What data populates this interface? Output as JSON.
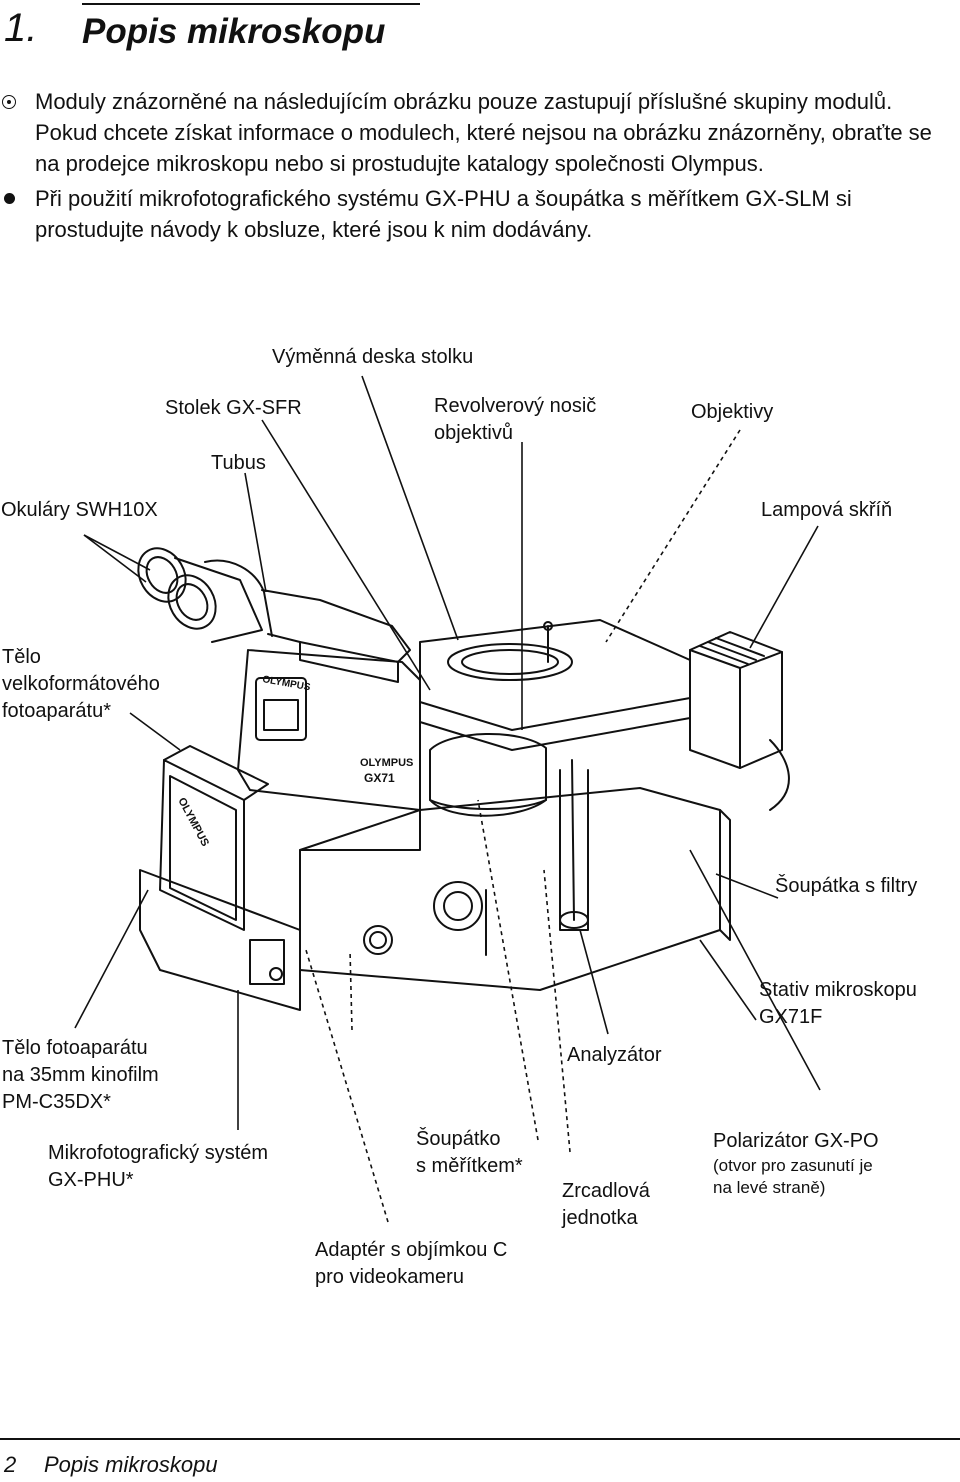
{
  "heading": {
    "number": "1.",
    "title": "Popis mikroskopu"
  },
  "bullets": [
    {
      "icon": "circle-dot-icon",
      "text": "Moduly znázorněné na následujícím obrázku pouze zastupují příslušné skupiny modulů. Pokud chcete získat informace o modulech, které nejsou na obrázku znázorněny, obraťte se na prodejce mikroskopu nebo si prostudujte katalogy společnosti Olympus."
    },
    {
      "icon": "bullet-dot-icon",
      "text": "Při použití mikrofotografického systému GX-PHU a šoupátka s měřítkem GX-SLM si prostudujte návody k obsluze, které jsou k nim dodávány."
    }
  ],
  "figure": {
    "brand": "OLYMPUS",
    "model": "GX71",
    "labels": {
      "stage_plate": "Výměnná deska stolku",
      "stage": "Stolek GX-SFR",
      "nosepiece_1": "Revolverový nosič",
      "nosepiece_2": "objektivů",
      "objectives": "Objektivy",
      "tube": "Tubus",
      "eyepieces": "Okuláry SWH10X",
      "lamp_housing": "Lampová skříň",
      "large_camera_1": "Tělo",
      "large_camera_2": "velkoformátového",
      "large_camera_3": "fotoaparátu*",
      "filter_sliders": "Šoupátka s filtry",
      "frame_1": "Stativ mikroskopu",
      "frame_2": "GX71F",
      "camera35_1": "Tělo fotoaparátu",
      "camera35_2": "na 35mm kinofilm",
      "camera35_3": "PM-C35DX*",
      "analyzer": "Analyzátor",
      "photo_system_1": "Mikrofotografický systém",
      "photo_system_2": "GX-PHU*",
      "scale_slider_1": "Šoupátko",
      "scale_slider_2": "s měřítkem*",
      "mirror_unit_1": "Zrcadlová",
      "mirror_unit_2": "jednotka",
      "polarizer_1": "Polarizátor GX-PO",
      "polarizer_2": "(otvor pro zasunutí je",
      "polarizer_3": "na levé straně)",
      "video_adapter_1": "Adaptér s objímkou C",
      "video_adapter_2": "pro videokameru"
    }
  },
  "footer": {
    "page_number": "2",
    "title": "Popis mikroskopu"
  }
}
